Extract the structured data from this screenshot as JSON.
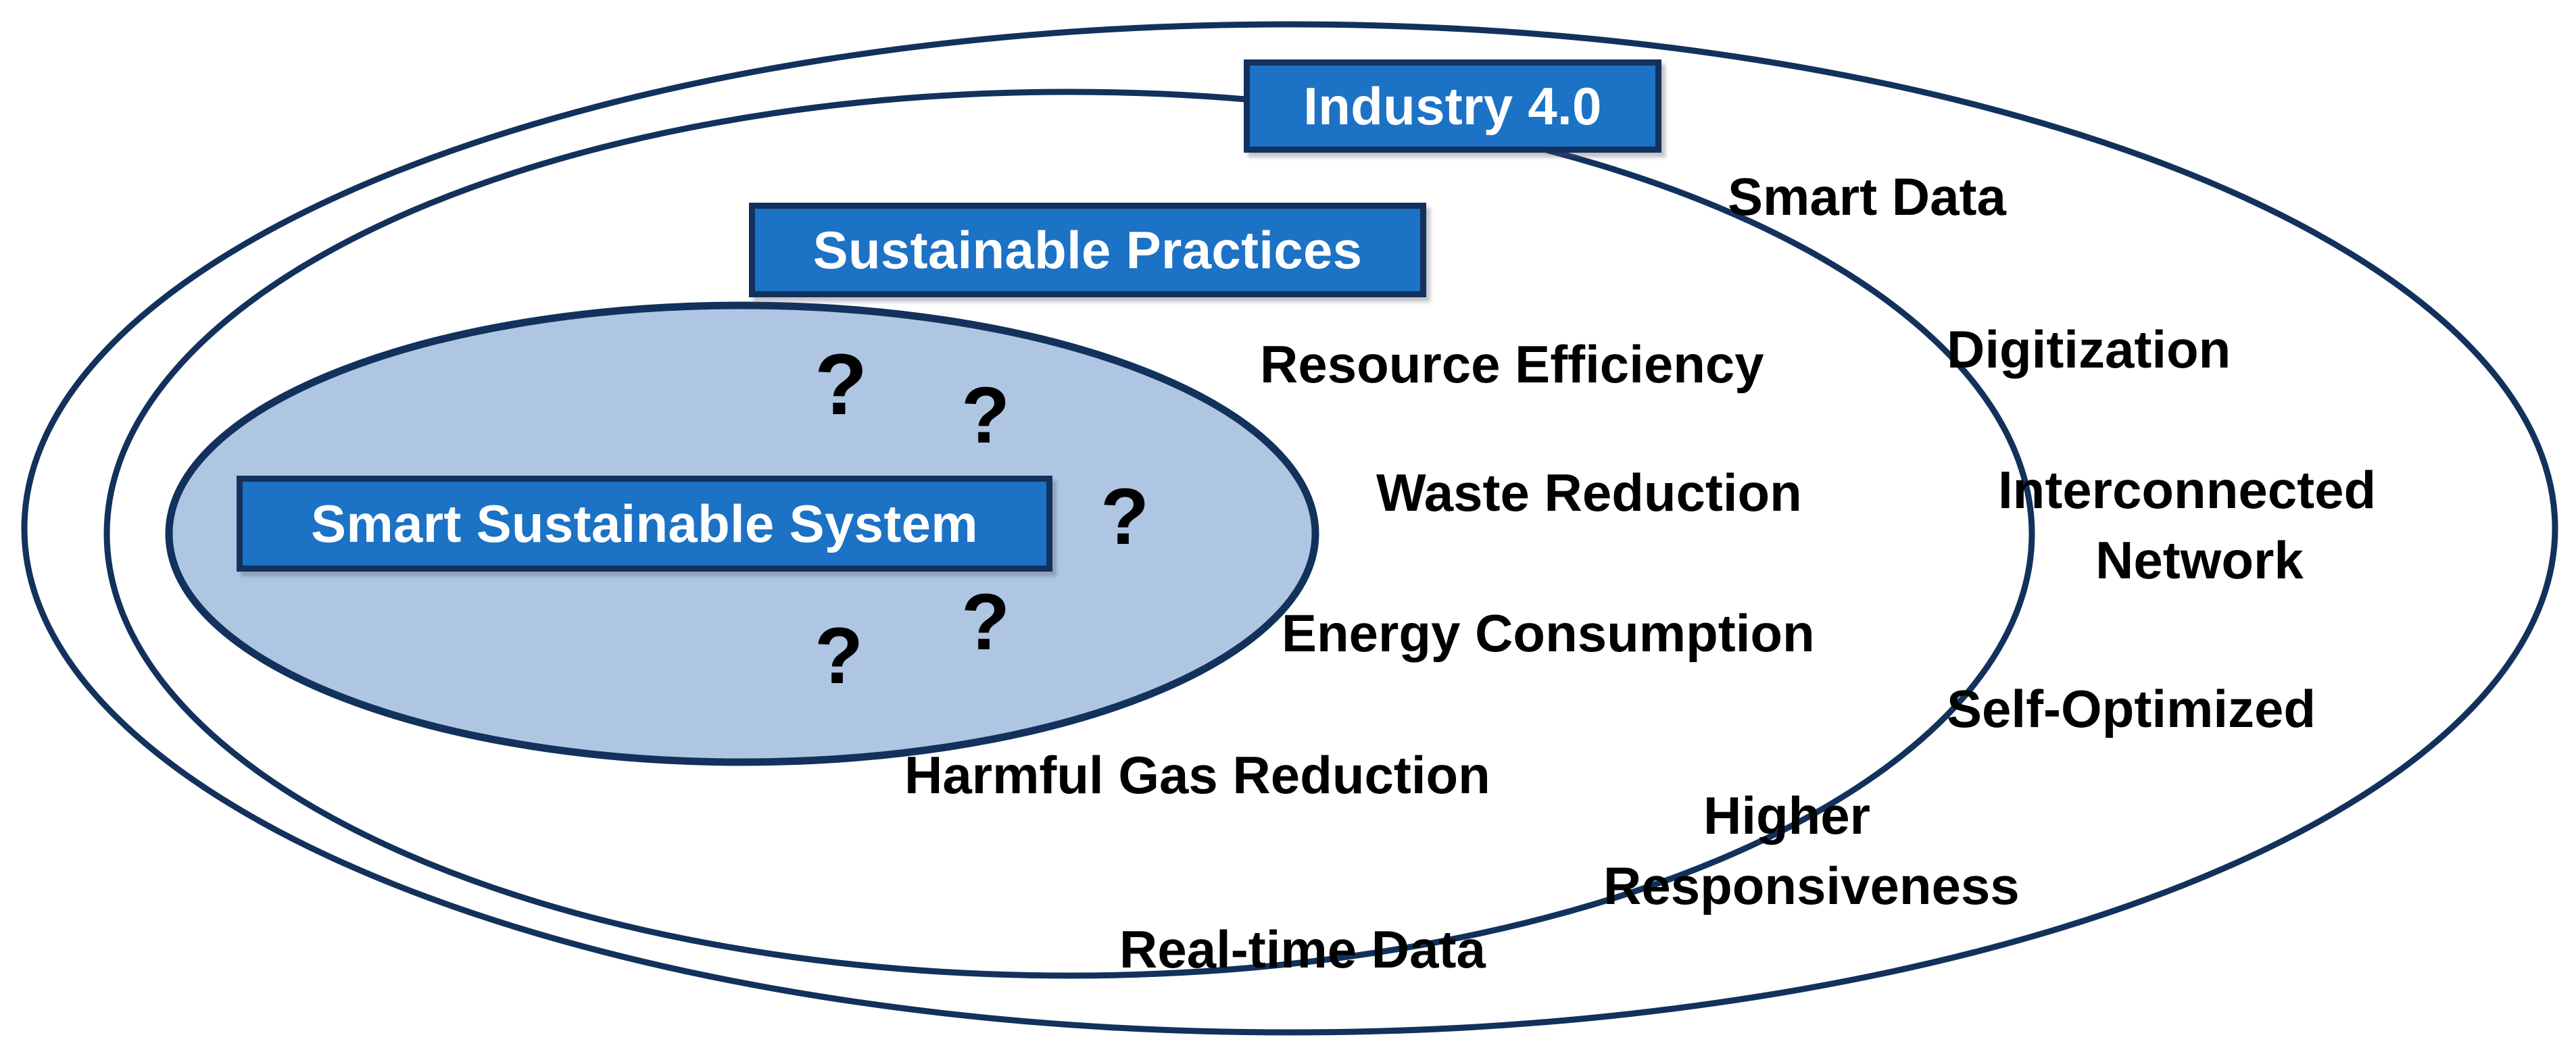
{
  "diagram": {
    "title_chips": [
      {
        "id": "industry",
        "label": "Industry 4.0"
      },
      {
        "id": "practices",
        "label": "Sustainable Practices"
      },
      {
        "id": "system",
        "label": "Smart Sustainable System"
      }
    ],
    "outer_ring_labels": [
      {
        "id": "smart-data",
        "label": "Smart Data"
      },
      {
        "id": "digitization",
        "label": "Digitization"
      },
      {
        "id": "interconnected",
        "label": "Interconnected"
      },
      {
        "id": "network",
        "label": "Network"
      },
      {
        "id": "self-optimized",
        "label": "Self-Optimized"
      },
      {
        "id": "higher",
        "label": "Higher"
      },
      {
        "id": "responsiveness",
        "label": "Responsiveness"
      }
    ],
    "middle_ring_labels": [
      {
        "id": "resource-efficiency",
        "label": "Resource Efficiency"
      },
      {
        "id": "waste-reduction",
        "label": "Waste Reduction"
      },
      {
        "id": "energy-consumption",
        "label": "Energy Consumption"
      },
      {
        "id": "harmful-gas-reduction",
        "label": "Harmful Gas Reduction"
      },
      {
        "id": "real-time-data",
        "label": "Real-time Data"
      }
    ],
    "question_marks": [
      {
        "id": "q1",
        "label": "?"
      },
      {
        "id": "q2",
        "label": "?"
      },
      {
        "id": "q3",
        "label": "?"
      },
      {
        "id": "q4",
        "label": "?"
      },
      {
        "id": "q5",
        "label": "?"
      }
    ],
    "colors": {
      "stroke_navy": "#12315C",
      "chip_fill_blue": "#1C72C4",
      "inner_ellipse_fill": "#AFC6E3",
      "chip_text": "#FFFFFF",
      "outside_text": "#000000",
      "background": "#FFFFFF"
    }
  }
}
